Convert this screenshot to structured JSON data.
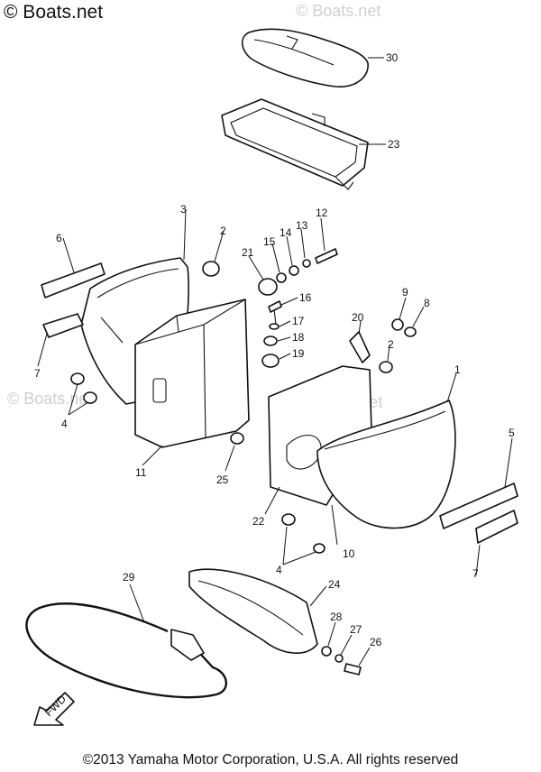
{
  "watermarks": {
    "main": "© Boats.net",
    "faint": "© Boats.net"
  },
  "part_labels": [
    "30",
    "23",
    "3",
    "2",
    "6",
    "21",
    "15",
    "14",
    "13",
    "12",
    "16",
    "17",
    "18",
    "19",
    "20",
    "9",
    "8",
    "7",
    "4",
    "11",
    "25",
    "1",
    "5",
    "22",
    "10",
    "29",
    "24",
    "28",
    "27",
    "26"
  ],
  "emblem_texts": {
    "fwd": "FWD"
  },
  "copyright": "©2013 Yamaha Motor Corporation, U.S.A. All rights reserved"
}
